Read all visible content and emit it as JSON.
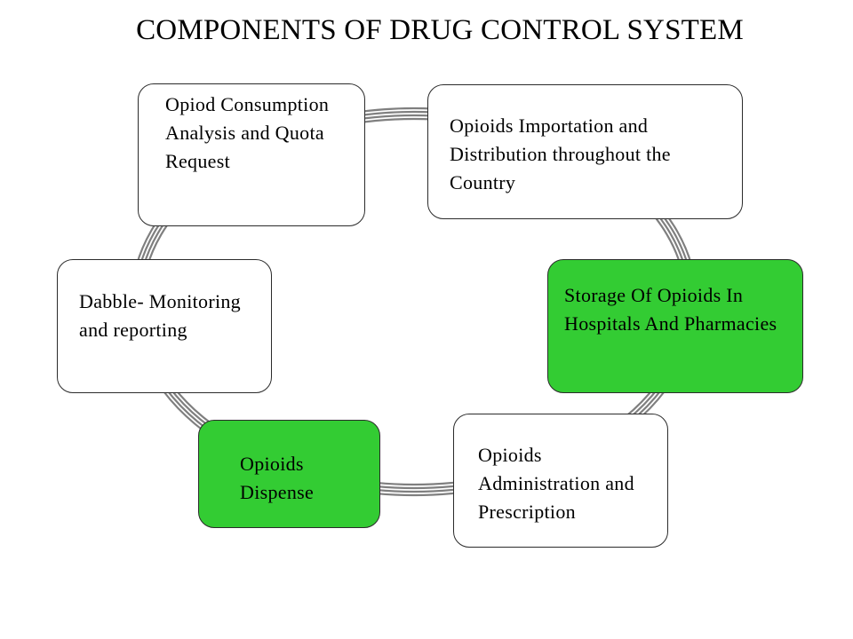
{
  "title": "COMPONENTS OF DRUG CONTROL SYSTEM",
  "colors": {
    "highlight_fill": "#33cc33",
    "plain_fill": "#ffffff",
    "ring_stroke": "#7f7f7f",
    "box_border": "#2b2b2b"
  },
  "components": [
    {
      "id": "consumption",
      "label": "Opiod Consumption Analysis and Quota Request",
      "highlighted": false
    },
    {
      "id": "importation",
      "label": "Opioids Importation and Distribution throughout the Country",
      "highlighted": false
    },
    {
      "id": "storage",
      "label": "Storage Of Opioids In Hospitals And Pharmacies",
      "highlighted": true
    },
    {
      "id": "administration",
      "label": "Opioids Administration and Prescription",
      "highlighted": false
    },
    {
      "id": "dispense",
      "label": "Opioids Dispense",
      "highlighted": true
    },
    {
      "id": "monitoring",
      "label": "Dabble- Monitoring and reporting",
      "highlighted": false
    }
  ]
}
